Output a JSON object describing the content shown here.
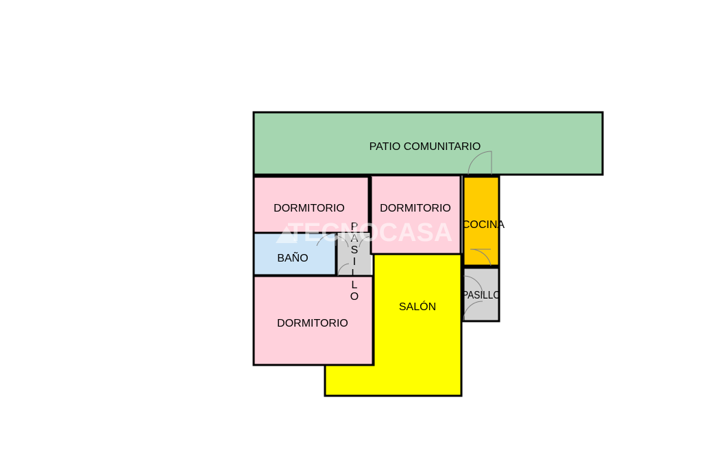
{
  "colors": {
    "patio": "#a5d6b0",
    "dormitorio": "#ffd1dc",
    "bano": "#cce4f7",
    "cocina": "#ffcc00",
    "salon": "#ffff00",
    "pasillo": "#d3d3d3",
    "wall": "#000000"
  },
  "rooms": {
    "patio": "PATIO COMUNITARIO",
    "dormitorio_1": "DORMITORIO",
    "dormitorio_2": "DORMITORIO",
    "dormitorio_3": "DORMITORIO",
    "bano": "BAÑO",
    "pasillo_vertical": [
      "P",
      "A",
      "S",
      "I",
      "L",
      "L",
      "O"
    ],
    "cocina": "COCINA",
    "pasillo_kitchen": "PASILLO",
    "salon": "SALÓN"
  },
  "watermark": "TECNOCASA"
}
